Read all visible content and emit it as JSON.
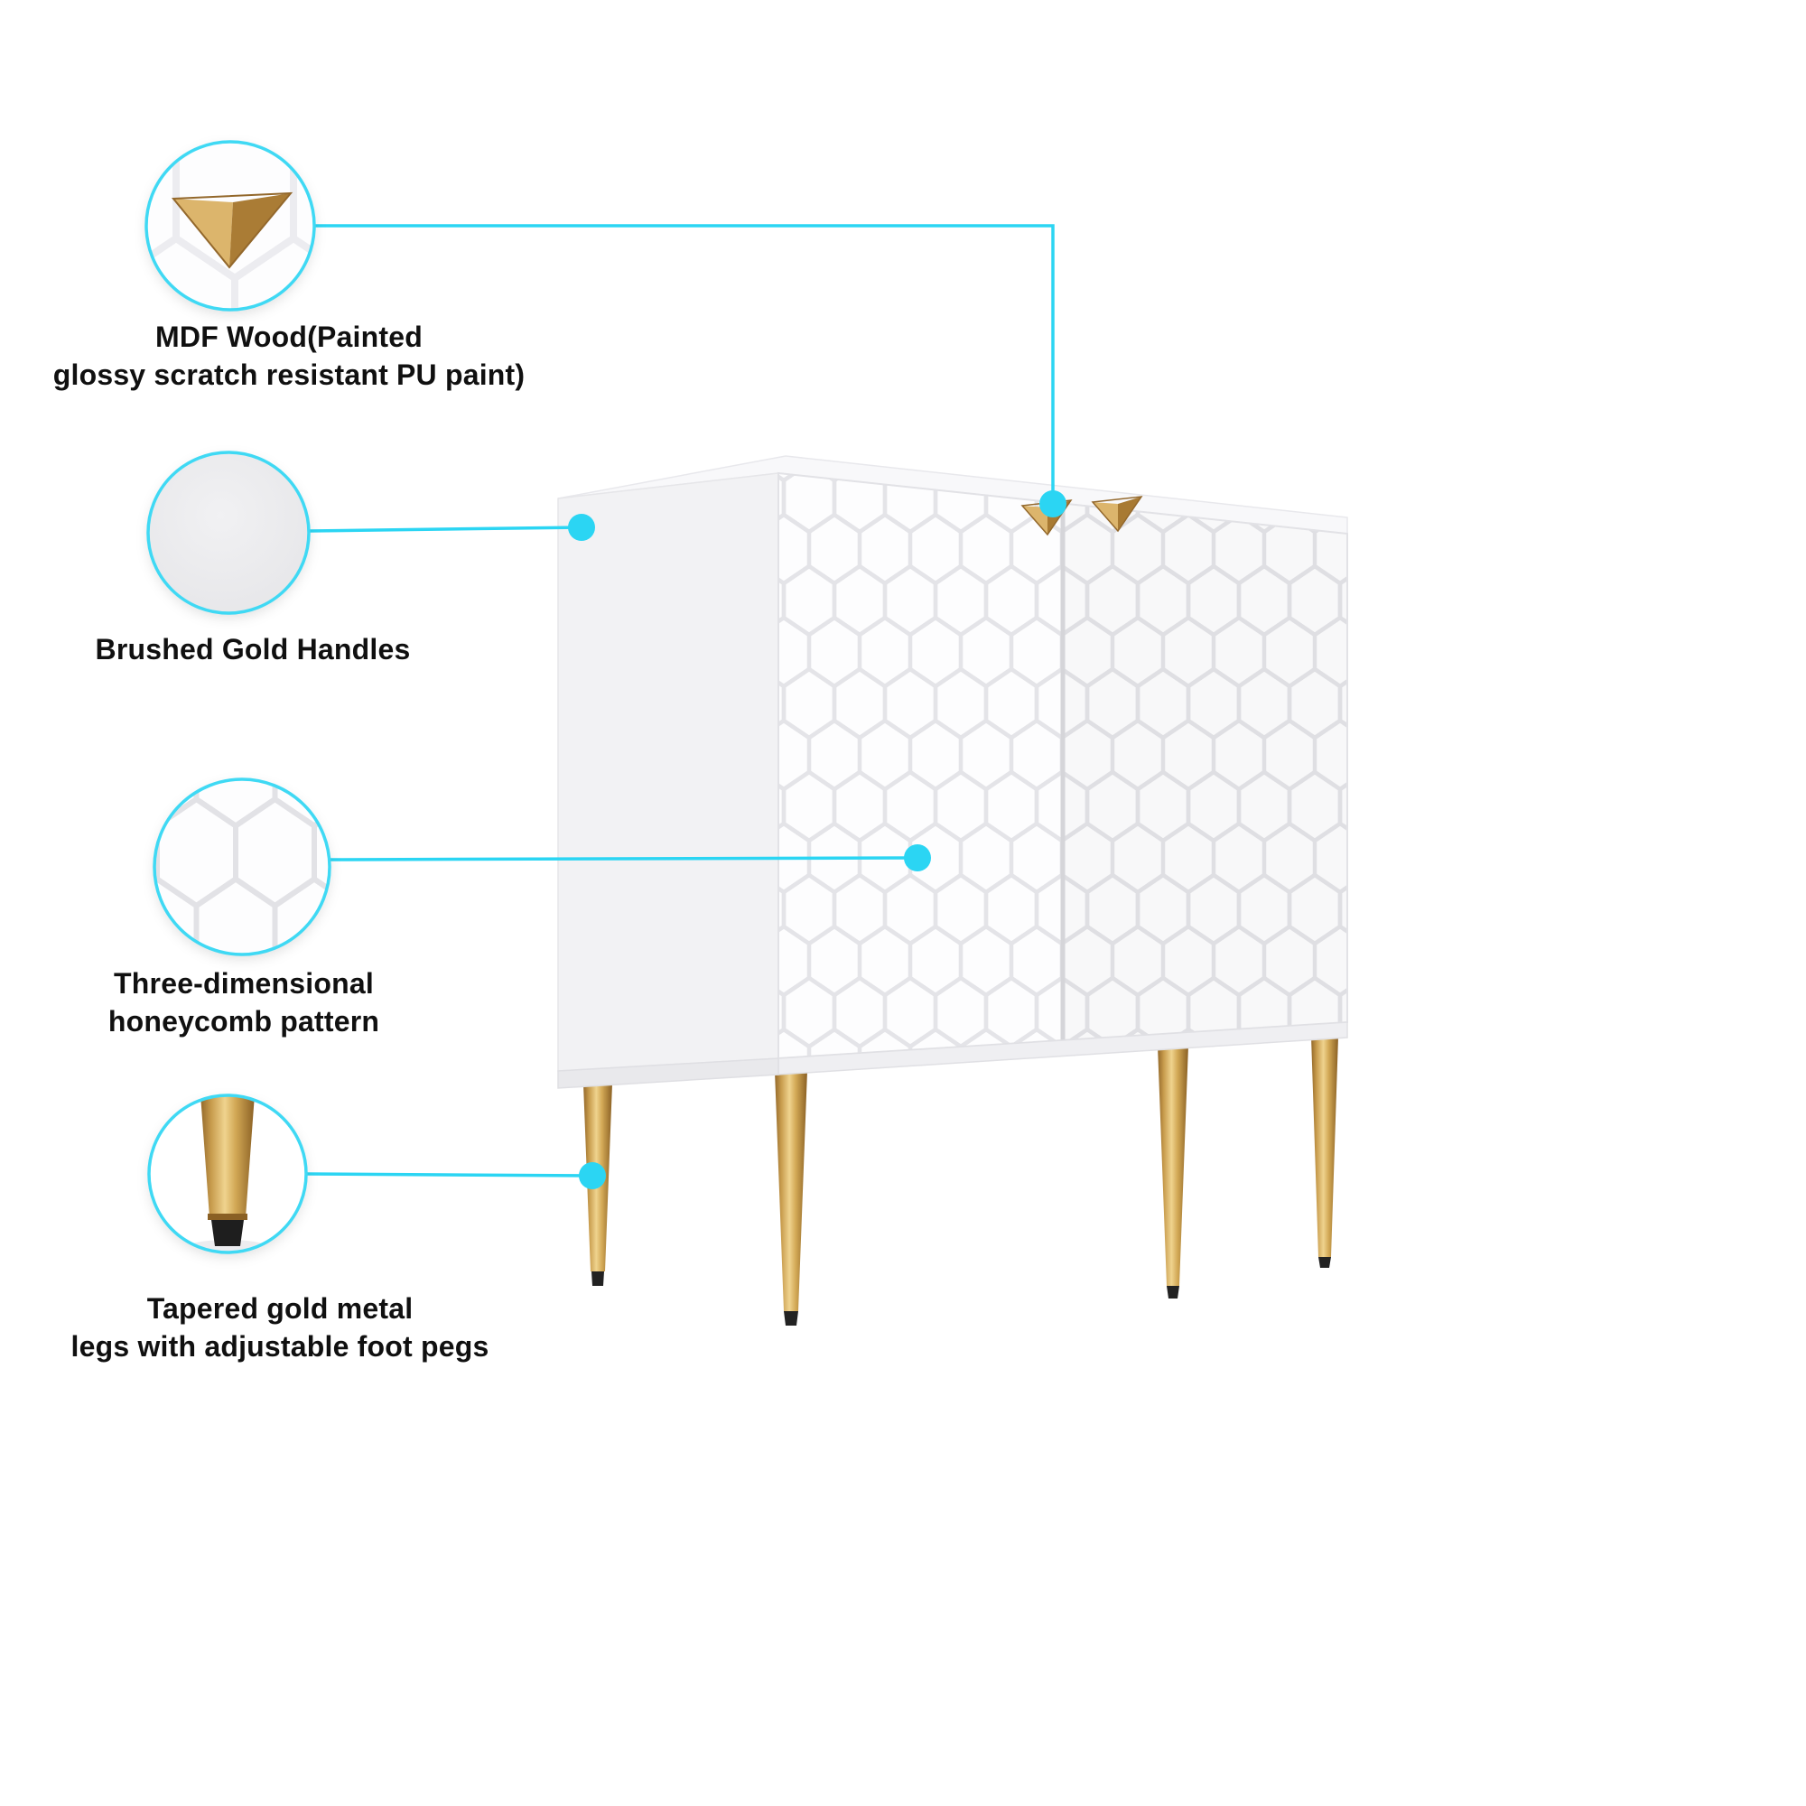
{
  "colors": {
    "accent_cyan": "#2BD5F3",
    "handle_gold": "#C0914A",
    "leg_gold": "#C89C4D",
    "cabinet_white": "#FDFDFE",
    "label_text": "#101010"
  },
  "callouts": [
    {
      "id": "mdf-wood",
      "lines": [
        "MDF Wood(Painted",
        "glossy scratch resistant PU paint)"
      ]
    },
    {
      "id": "brushed-gold-handles",
      "lines": [
        "Brushed Gold Handles"
      ]
    },
    {
      "id": "honeycomb-pattern",
      "lines": [
        "Three-dimensional",
        "honeycomb pattern"
      ]
    },
    {
      "id": "tapered-legs",
      "lines": [
        "Tapered gold metal",
        "legs with adjustable foot pegs"
      ]
    }
  ]
}
